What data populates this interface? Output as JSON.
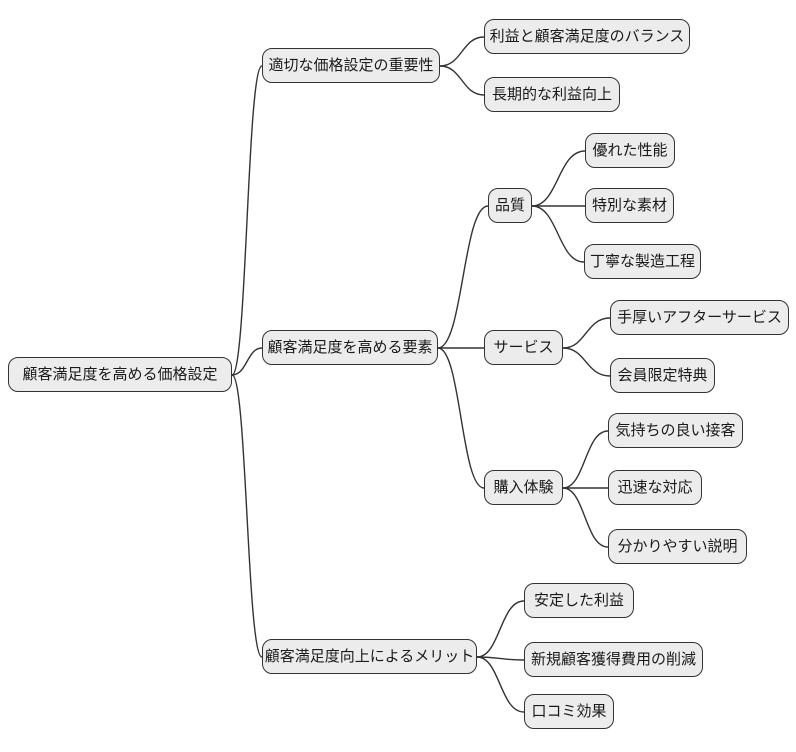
{
  "diagram": {
    "type": "mindmap",
    "direction": "left-to-right",
    "colors": {
      "background": "#ffffff",
      "node_fill": "#ececec",
      "node_border": "#333333",
      "edge": "#333333",
      "text": "#1a1a1a"
    }
  },
  "mindmap": {
    "root": {
      "label": "顧客満足度を高める価格設定",
      "children": [
        {
          "label": "適切な価格設定の重要性",
          "children": [
            {
              "label": "利益と顧客満足度のバランス"
            },
            {
              "label": "長期的な利益向上"
            }
          ]
        },
        {
          "label": "顧客満足度を高める要素",
          "children": [
            {
              "label": "品質",
              "children": [
                {
                  "label": "優れた性能"
                },
                {
                  "label": "特別な素材"
                },
                {
                  "label": "丁寧な製造工程"
                }
              ]
            },
            {
              "label": "サービス",
              "children": [
                {
                  "label": "手厚いアフターサービス"
                },
                {
                  "label": "会員限定特典"
                }
              ]
            },
            {
              "label": "購入体験",
              "children": [
                {
                  "label": "気持ちの良い接客"
                },
                {
                  "label": "迅速な対応"
                },
                {
                  "label": "分かりやすい説明"
                }
              ]
            }
          ]
        },
        {
          "label": "顧客満足度向上によるメリット",
          "children": [
            {
              "label": "安定した利益"
            },
            {
              "label": "新規顧客獲得費用の削減"
            },
            {
              "label": "口コミ効果"
            }
          ]
        }
      ]
    }
  }
}
